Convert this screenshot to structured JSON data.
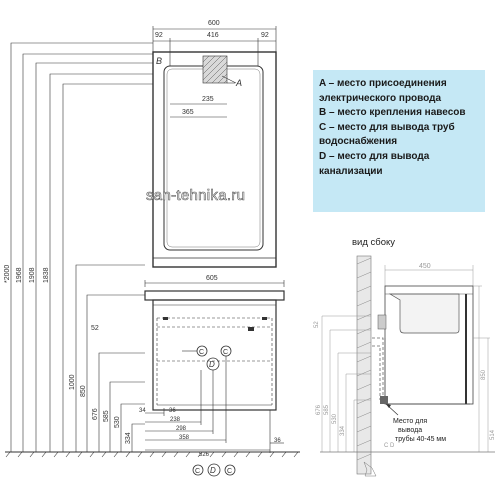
{
  "legend": {
    "lines": [
      "A – место присоединения",
      "электрического провода",
      "B – место крепления навесов",
      "C – место для вывода труб",
      "водоснабжения",
      "D – место для вывода",
      "канализации"
    ]
  },
  "watermark": "san-tehnika.ru",
  "front_view": {
    "top_dims": [
      "600",
      "92",
      "416",
      "92"
    ],
    "mirror_dims": [
      "235",
      "365"
    ],
    "left_heights": [
      "*2000",
      "1968",
      "1908",
      "1838",
      "1000",
      "850",
      "676",
      "585",
      "530",
      "334"
    ],
    "cabinet_width": "605",
    "cabinet_dims": [
      "52",
      "34",
      "36",
      "238",
      "298",
      "358",
      "526",
      "36"
    ],
    "markers": [
      "A",
      "B",
      "C",
      "D"
    ]
  },
  "side_view": {
    "title": "вид сбоку",
    "depth": "450",
    "heights": [
      "52",
      "676",
      "585",
      "530",
      "334",
      "850",
      "514"
    ],
    "note_lines": [
      "Место для",
      "вывода",
      "трубы 40-45 мм"
    ]
  }
}
